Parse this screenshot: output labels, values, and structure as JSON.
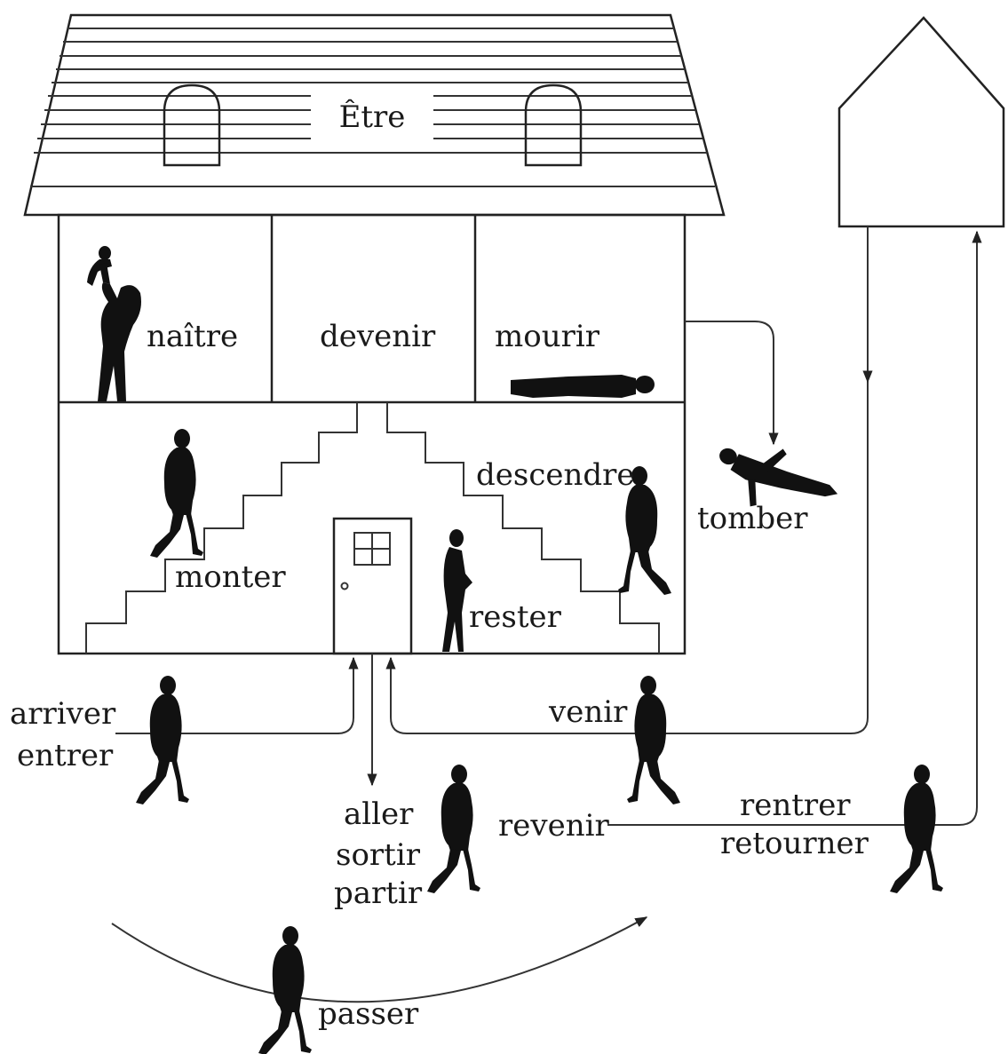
{
  "house": {
    "title": "Être",
    "rooms": {
      "naitre": "naître",
      "devenir": "devenir",
      "mourir": "mourir"
    },
    "stairs": {
      "monter": "monter",
      "descendre": "descendre",
      "rester": "rester"
    }
  },
  "outside": {
    "tomber": "tomber",
    "arriver": "arriver",
    "entrer": "entrer",
    "venir": "venir",
    "aller": "aller",
    "sortir": "sortir",
    "partir": "partir",
    "revenir": "revenir",
    "rentrer": "rentrer",
    "retourner": "retourner",
    "passer": "passer"
  }
}
